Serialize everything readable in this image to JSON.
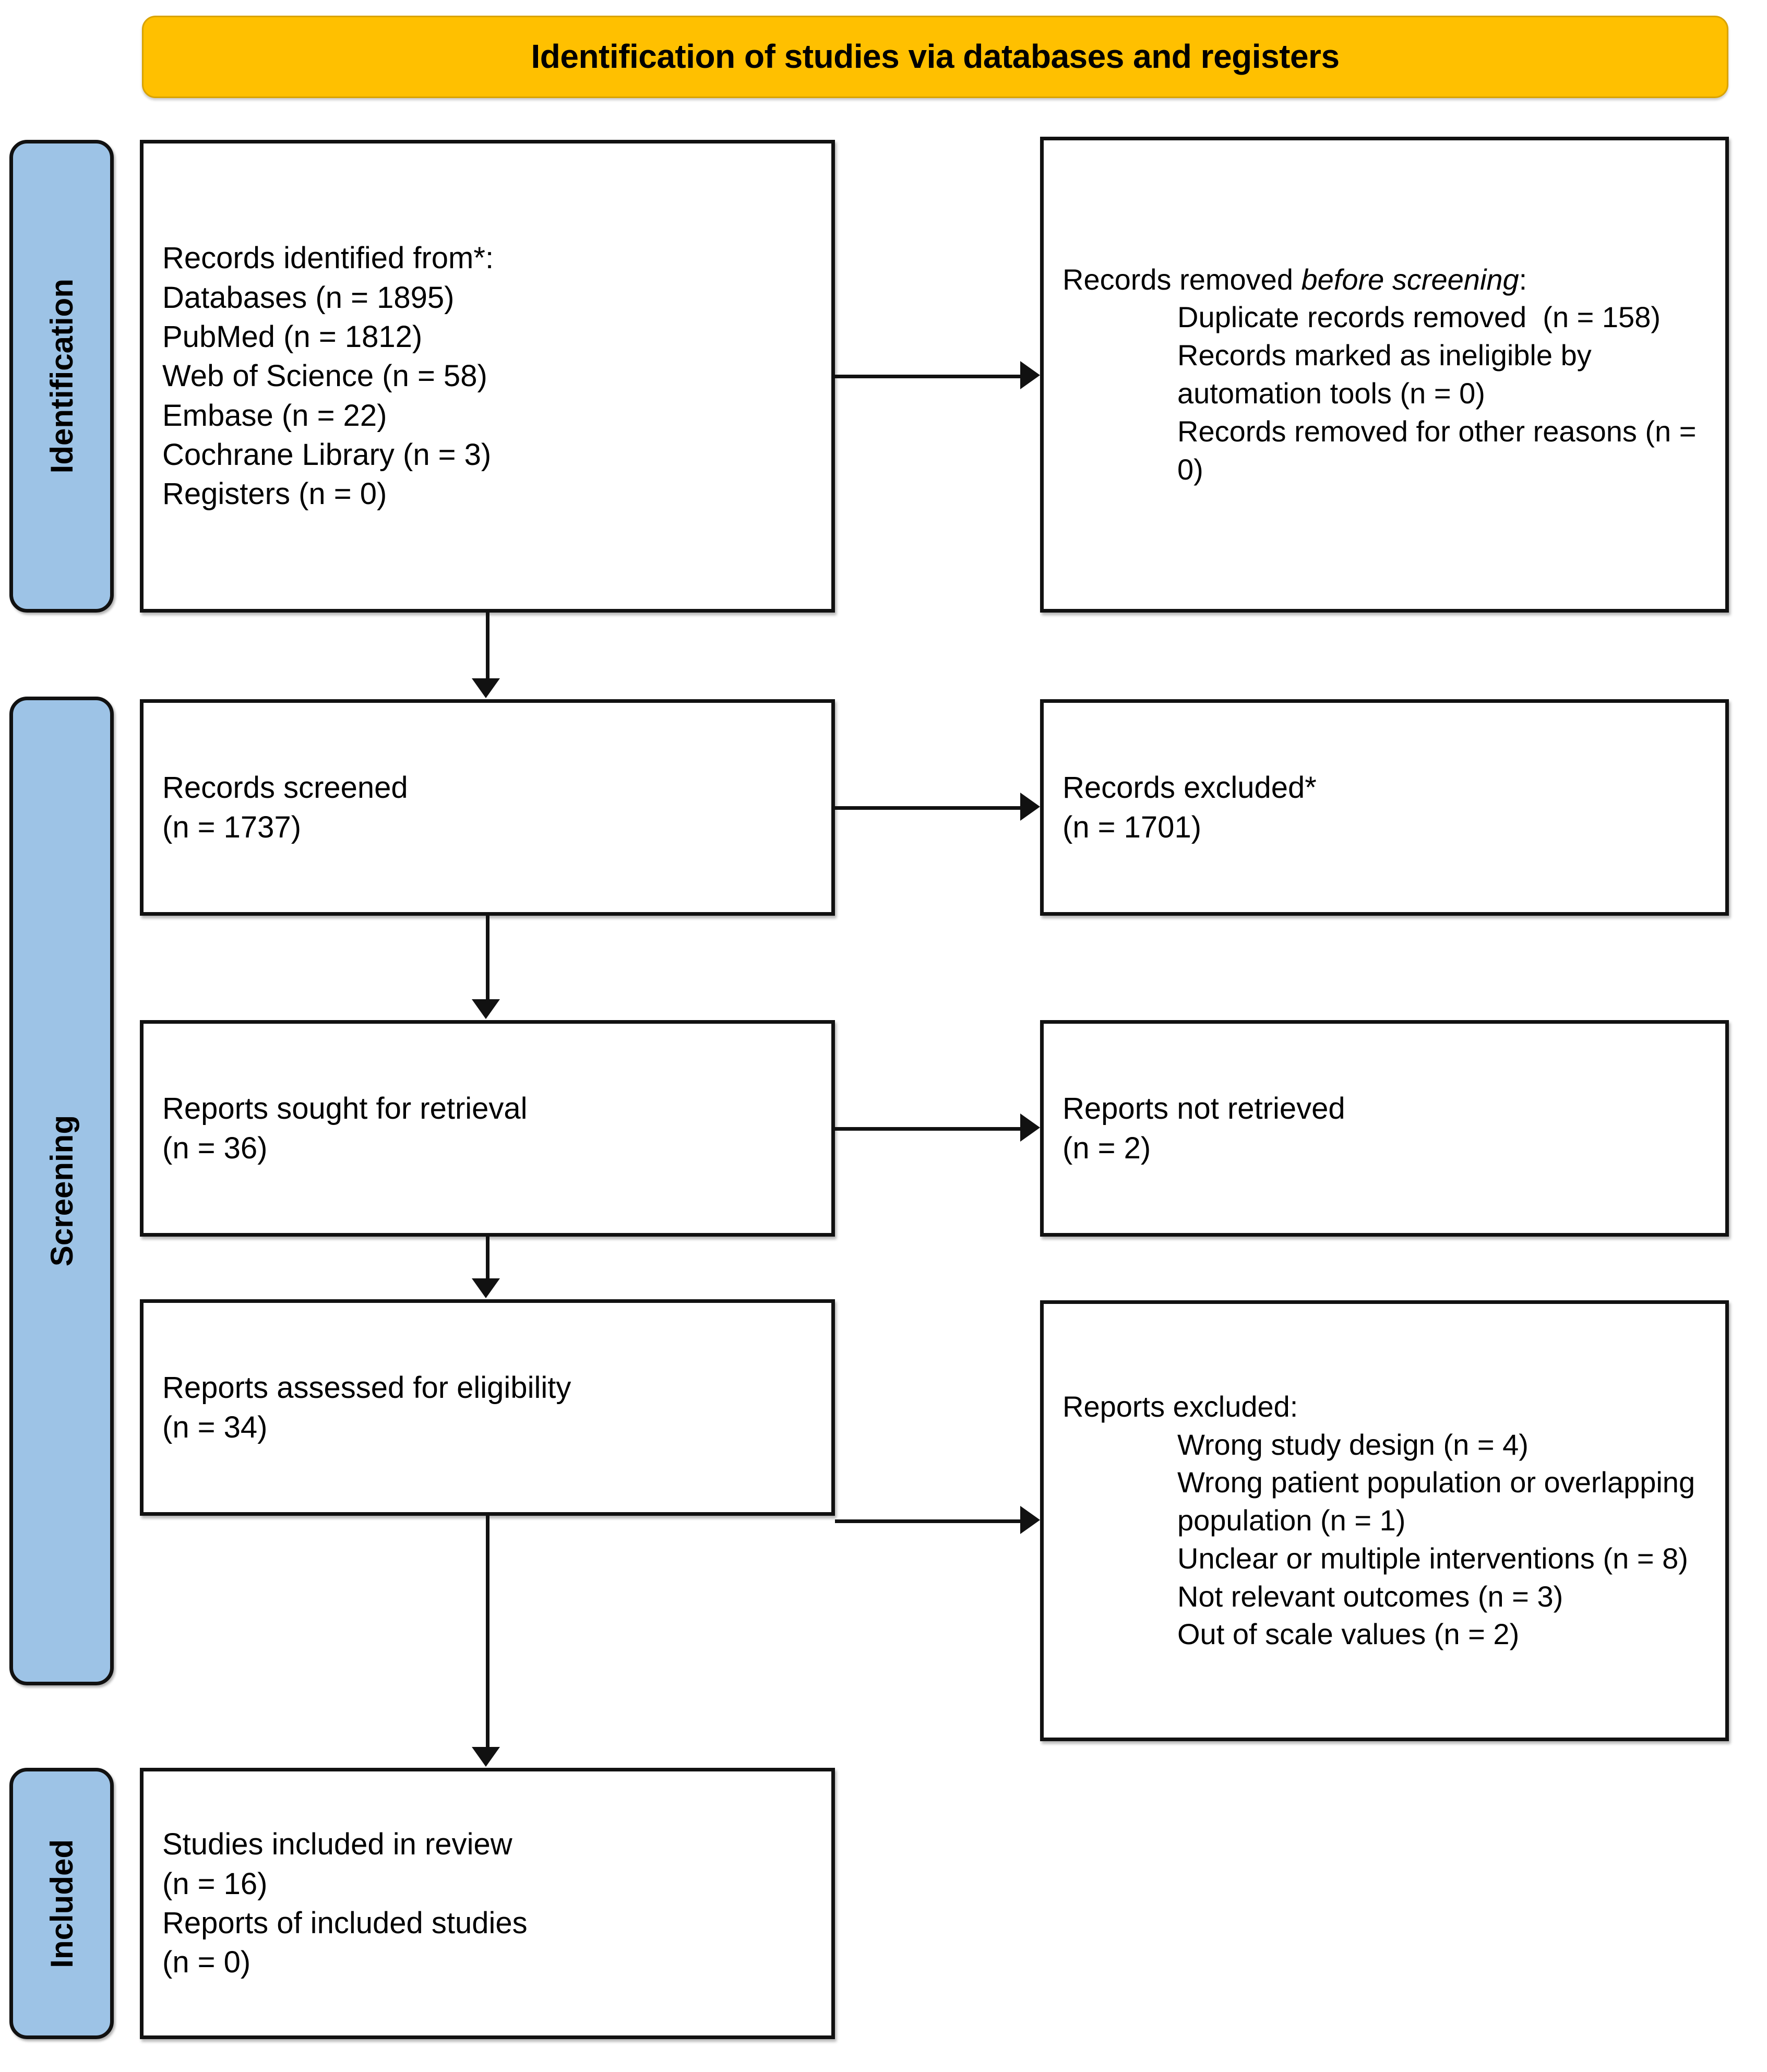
{
  "banner": {
    "title": "Identification of studies via databases and registers"
  },
  "phases": [
    {
      "id": "identification",
      "label": "Identification"
    },
    {
      "id": "screening",
      "label": "Screening"
    },
    {
      "id": "included",
      "label": "Included"
    }
  ],
  "nodes": {
    "records_identified": {
      "lines": [
        "Records identified from*:",
        "Databases (n = 1895)",
        "PubMed (n = 1812)",
        "Web of Science (n = 58)",
        "Embase (n = 22)",
        "Cochrane Library (n = 3)",
        "Registers (n = 0)"
      ]
    },
    "records_removed": {
      "heading_prefix": "Records removed ",
      "heading_italic": "before screening",
      "heading_suffix": ":",
      "items": [
        "Duplicate records removed  (n = 158)",
        "Records marked as ineligible by automation tools (n = 0)",
        "Records removed for other reasons (n = 0)"
      ]
    },
    "records_screened": {
      "lines": [
        "Records screened",
        "(n = 1737)"
      ]
    },
    "records_excluded": {
      "lines": [
        "Records excluded*",
        "(n = 1701)"
      ]
    },
    "reports_sought": {
      "lines": [
        "Reports sought for retrieval",
        "(n = 36)"
      ]
    },
    "reports_not_retrieved": {
      "lines": [
        "Reports not retrieved",
        "(n = 2)"
      ]
    },
    "reports_assessed": {
      "lines": [
        "Reports assessed for eligibility",
        "(n = 34)"
      ]
    },
    "reports_excluded": {
      "heading": "Reports excluded:",
      "items": [
        "Wrong study design (n = 4)",
        "Wrong patient population or overlapping population (n = 1)",
        "Unclear or multiple interventions (n = 8)",
        "Not relevant outcomes (n = 3)",
        "Out of scale values (n = 2)"
      ]
    },
    "studies_included": {
      "lines": [
        "Studies included in review",
        "(n = 16)",
        "Reports of included studies",
        "(n = 0)"
      ]
    }
  },
  "chart_data": {
    "type": "diagram",
    "title": "Identification of studies via databases and registers",
    "flow": [
      {
        "stage": "Records identified from databases",
        "n": 1895
      },
      {
        "stage": "PubMed",
        "n": 1812
      },
      {
        "stage": "Web of Science",
        "n": 58
      },
      {
        "stage": "Embase",
        "n": 22
      },
      {
        "stage": "Cochrane Library",
        "n": 3
      },
      {
        "stage": "Registers",
        "n": 0
      },
      {
        "stage": "Duplicate records removed",
        "n": 158
      },
      {
        "stage": "Records marked as ineligible by automation tools",
        "n": 0
      },
      {
        "stage": "Records removed for other reasons",
        "n": 0
      },
      {
        "stage": "Records screened",
        "n": 1737
      },
      {
        "stage": "Records excluded",
        "n": 1701
      },
      {
        "stage": "Reports sought for retrieval",
        "n": 36
      },
      {
        "stage": "Reports not retrieved",
        "n": 2
      },
      {
        "stage": "Reports assessed for eligibility",
        "n": 34
      },
      {
        "stage": "Reports excluded: Wrong study design",
        "n": 4
      },
      {
        "stage": "Reports excluded: Wrong patient population or overlapping population",
        "n": 1
      },
      {
        "stage": "Reports excluded: Unclear or multiple interventions",
        "n": 8
      },
      {
        "stage": "Reports excluded: Not relevant outcomes",
        "n": 3
      },
      {
        "stage": "Reports excluded: Out of scale values",
        "n": 2
      },
      {
        "stage": "Studies included in review",
        "n": 16
      },
      {
        "stage": "Reports of included studies",
        "n": 0
      }
    ],
    "colors": {
      "banner": "#FFC000",
      "phase_tab": "#9DC3E6",
      "stroke": "#111111"
    }
  }
}
